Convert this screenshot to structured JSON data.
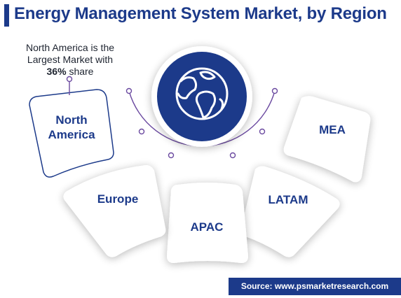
{
  "title": "Energy Management System Market, by Region",
  "callout": {
    "line1": "North America is the",
    "line2": "Largest Market with",
    "value": "36%",
    "suffix": "share"
  },
  "center_icon": "globe-icon",
  "regions": [
    "North America",
    "Europe",
    "APAC",
    "LATAM",
    "MEA"
  ],
  "highlighted_region": "North America",
  "source": "Source: www.psmarketresearch.com",
  "colors": {
    "primary": "#1c3a8a",
    "arc": "#6b4aa0",
    "highlight_fill": "#ffffff",
    "card_fill": "#ffffff",
    "shadow": "#dfe3ec"
  }
}
